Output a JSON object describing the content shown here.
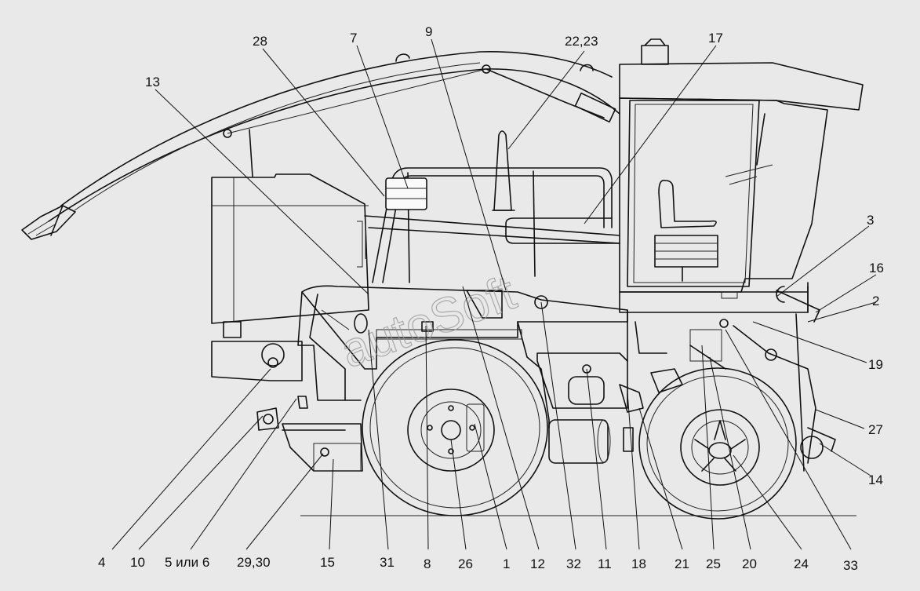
{
  "watermark": "autoSoft",
  "labels": [
    {
      "id": "l28",
      "text": "28"
    },
    {
      "id": "l7",
      "text": "7"
    },
    {
      "id": "l9",
      "text": "9"
    },
    {
      "id": "l2223",
      "text": "22,23"
    },
    {
      "id": "l17",
      "text": "17"
    },
    {
      "id": "l13",
      "text": "13"
    },
    {
      "id": "l3",
      "text": "3"
    },
    {
      "id": "l16",
      "text": "16"
    },
    {
      "id": "l2",
      "text": "2"
    },
    {
      "id": "l19",
      "text": "19"
    },
    {
      "id": "l27",
      "text": "27"
    },
    {
      "id": "l14",
      "text": "14"
    },
    {
      "id": "l4",
      "text": "4"
    },
    {
      "id": "l10",
      "text": "10"
    },
    {
      "id": "l5or6",
      "text": "5 или 6"
    },
    {
      "id": "l2930",
      "text": "29,30"
    },
    {
      "id": "l15",
      "text": "15"
    },
    {
      "id": "l31",
      "text": "31"
    },
    {
      "id": "l8",
      "text": "8"
    },
    {
      "id": "l26",
      "text": "26"
    },
    {
      "id": "l1",
      "text": "1"
    },
    {
      "id": "l12",
      "text": "12"
    },
    {
      "id": "l32",
      "text": "32"
    },
    {
      "id": "l11",
      "text": "11"
    },
    {
      "id": "l18",
      "text": "18"
    },
    {
      "id": "l21",
      "text": "21"
    },
    {
      "id": "l25",
      "text": "25"
    },
    {
      "id": "l20",
      "text": "20"
    },
    {
      "id": "l24",
      "text": "24"
    },
    {
      "id": "l33",
      "text": "33"
    }
  ]
}
